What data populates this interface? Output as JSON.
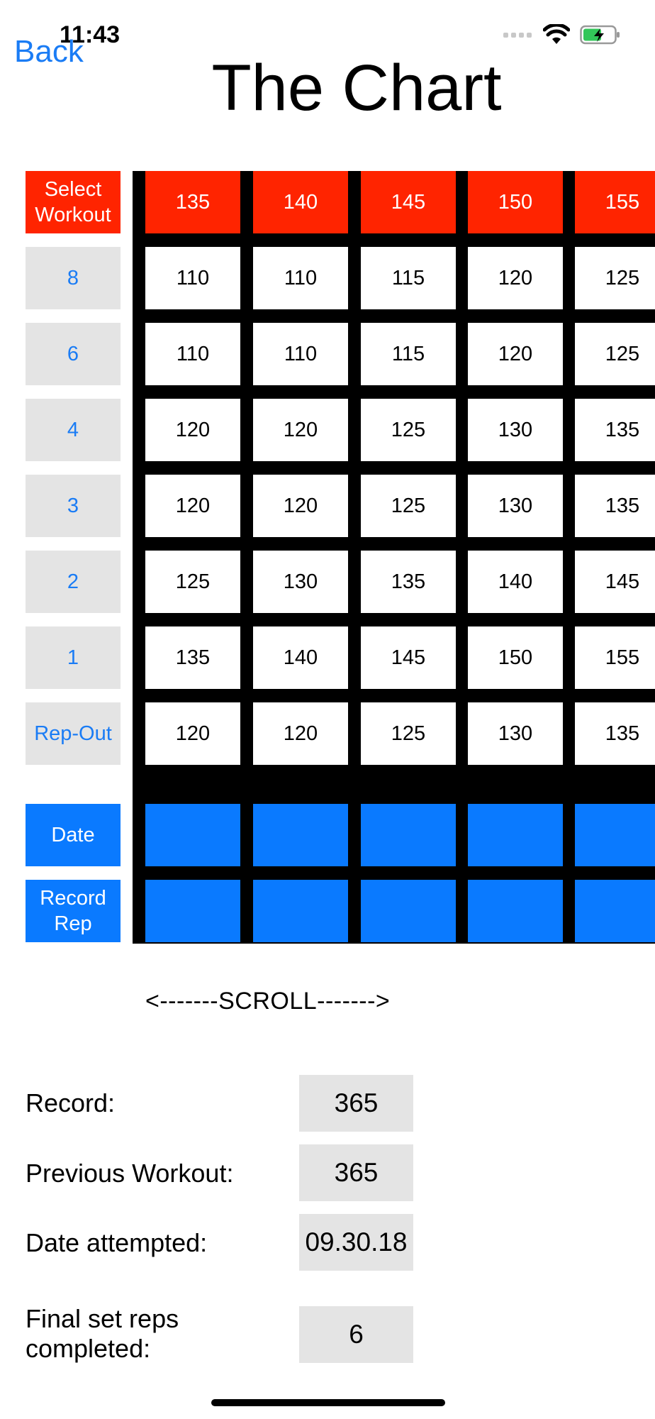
{
  "status_bar": {
    "time": "11:43"
  },
  "nav": {
    "back_label": "Back",
    "title": "The Chart"
  },
  "row_labels": [
    "Select\nWorkout",
    "8",
    "6",
    "4",
    "3",
    "2",
    "1",
    "Rep-Out",
    "Date",
    "Record\nRep"
  ],
  "columns": [
    {
      "header": "135",
      "values": [
        "110",
        "110",
        "120",
        "120",
        "125",
        "135",
        "120"
      ]
    },
    {
      "header": "140",
      "values": [
        "110",
        "110",
        "120",
        "120",
        "130",
        "140",
        "120"
      ]
    },
    {
      "header": "145",
      "values": [
        "115",
        "115",
        "125",
        "125",
        "135",
        "145",
        "125"
      ]
    },
    {
      "header": "150",
      "values": [
        "120",
        "120",
        "130",
        "130",
        "140",
        "150",
        "130"
      ]
    },
    {
      "header": "155",
      "values": [
        "125",
        "125",
        "135",
        "135",
        "145",
        "155",
        "135"
      ]
    }
  ],
  "scroll_hint": "<-------SCROLL------->",
  "summary": [
    {
      "label": "Record:",
      "value": "365"
    },
    {
      "label": "Previous Workout:",
      "value": "365"
    },
    {
      "label": "Date attempted:",
      "value": "09.30.18"
    },
    {
      "label": "Final set reps\ncompleted:",
      "value": "6"
    }
  ],
  "colors": {
    "header_red": "#ff2400",
    "action_blue": "#0a7aff",
    "label_gray": "#e4e4e4",
    "link_blue": "#1a7cf5"
  }
}
